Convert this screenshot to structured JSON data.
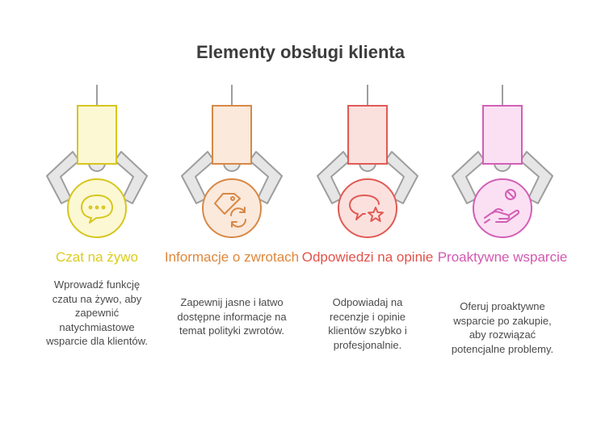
{
  "title": "Elementy obsługi klienta",
  "items": [
    {
      "heading": "Czat na żywo",
      "description": "Wprowadź funkcję czatu na żywo, aby zapewnić natychmiastowe wsparcie dla klientów.",
      "icon": "chat-bubble-icon",
      "color": "#dccb1e",
      "fill": "#fcf8d4",
      "stroke": "#d6c61d"
    },
    {
      "heading": "Informacje o zwrotach",
      "description": "Zapewnij jasne i łatwo dostępne informacje na temat polityki zwrotów.",
      "icon": "return-tag-icon",
      "color": "#e0873a",
      "fill": "#fbe9dc",
      "stroke": "#d88845"
    },
    {
      "heading": "Odpowiedzi na opinie",
      "description": "Odpowiadaj na recenzje i opinie klientów szybko i profesjonalnie.",
      "icon": "review-star-icon",
      "color": "#e2524a",
      "fill": "#fbe1de",
      "stroke": "#e05a55"
    },
    {
      "heading": "Proaktywne wsparcie",
      "description": "Oferuj proaktywne wsparcie po zakupie, aby rozwiązać potencjalne problemy.",
      "icon": "support-hand-icon",
      "color": "#d358b0",
      "fill": "#fbe0f3",
      "stroke": "#d25fb5"
    }
  ]
}
